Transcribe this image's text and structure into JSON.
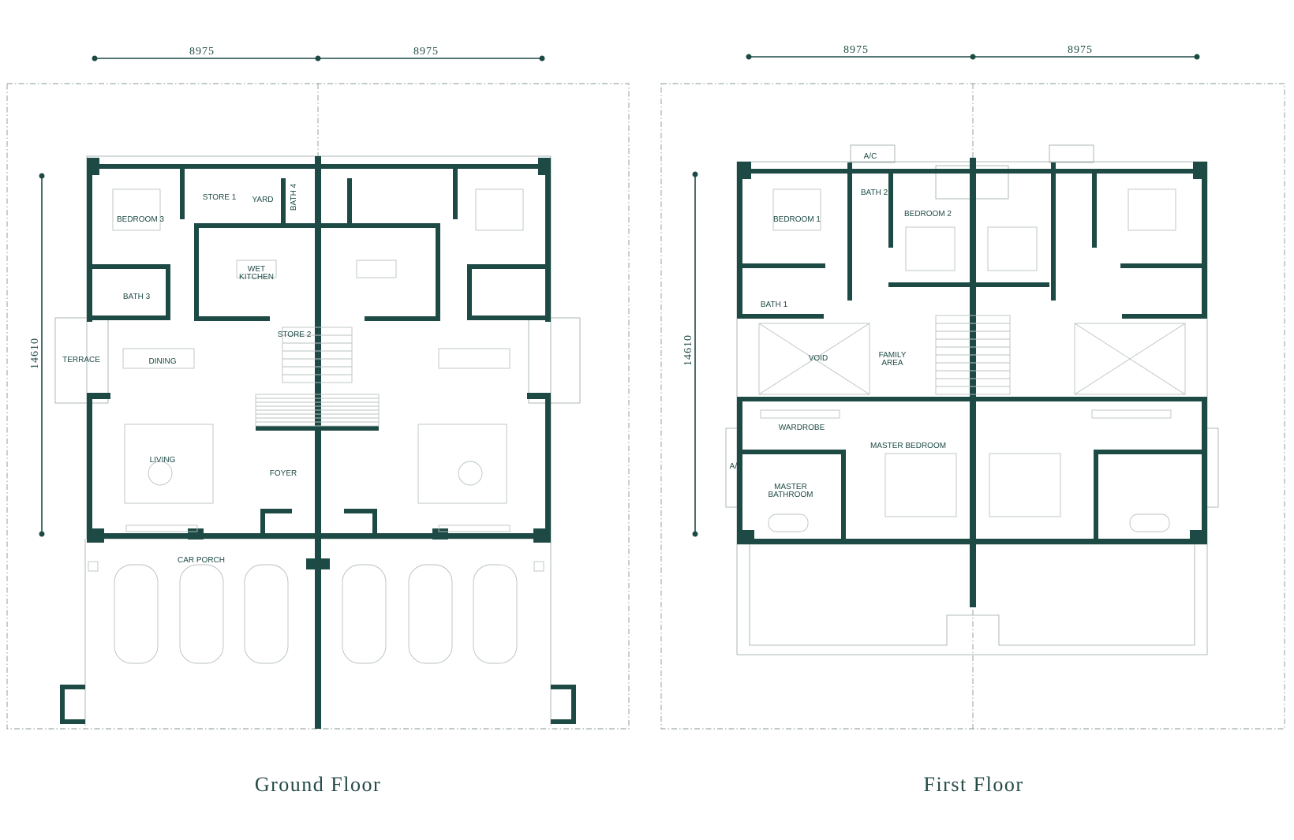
{
  "colors": {
    "wall": "#1d4a45",
    "text": "#1e4a45",
    "background": "#ffffff"
  },
  "ground_floor": {
    "caption": "Ground Floor",
    "dim_width_left": "8975",
    "dim_width_right": "8975",
    "dim_depth": "14610",
    "rooms": {
      "bedroom3": "BEDROOM 3",
      "store1": "STORE 1",
      "yard": "YARD",
      "bath4": "BATH 4",
      "bath3": "BATH 3",
      "wet_kitchen_l1": "WET",
      "wet_kitchen_l2": "KITCHEN",
      "store2": "STORE 2",
      "terrace": "TERRACE",
      "dining": "DINING",
      "living": "LIVING",
      "foyer": "FOYER",
      "car_porch": "CAR PORCH"
    }
  },
  "first_floor": {
    "caption": "First Floor",
    "dim_width_left": "8975",
    "dim_width_right": "8975",
    "dim_depth": "14610",
    "rooms": {
      "ac_top": "A/C",
      "bath2": "BATH 2",
      "bedroom1": "BEDROOM 1",
      "bedroom2": "BEDROOM 2",
      "bath1": "BATH 1",
      "void": "VOID",
      "family_l1": "FAMILY",
      "family_l2": "AREA",
      "wardrobe": "WARDROBE",
      "master_bedroom": "MASTER BEDROOM",
      "ac_side": "A/C",
      "master_bath_l1": "MASTER",
      "master_bath_l2": "BATHROOM"
    }
  }
}
